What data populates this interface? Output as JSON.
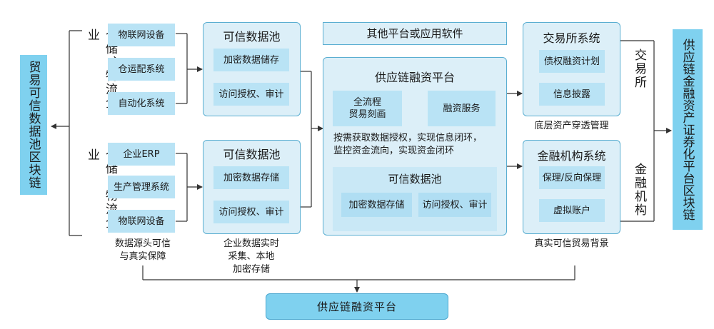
{
  "left_chain": "贸易可信数据池区块链",
  "right_chain": "供应链金融资产证券化平台区块链",
  "warehouse_top": "仓储、物流企业",
  "warehouse_bottom": "仓储、物流企业",
  "sources_top": [
    "物联网设备",
    "仓运配系统",
    "自动化系统"
  ],
  "sources_bottom": [
    "企业ERP",
    "生产管理系统",
    "物联网设备"
  ],
  "caption_sources": "数据源头可信\n与真实保障",
  "pool_top": {
    "title": "可信数据池",
    "items": [
      "加密数据储存",
      "访问授权、审计"
    ]
  },
  "pool_bottom": {
    "title": "可信数据池",
    "items": [
      "加密数据存储",
      "访问授权、审计"
    ]
  },
  "caption_pool": "企业数据实时\n采集、本地\n加密存储",
  "other_platform": "其他平台或应用软件",
  "center": {
    "title": "供应链融资平台",
    "trade": "全流程\n贸易刻画",
    "finance": "融资服务",
    "desc": "按需获取数据授权，实现信息闭环，\n监控资金流向，实现资金闭环",
    "pool_title": "可信数据池",
    "pool_items": [
      "加密数据存储",
      "访问授权、审计"
    ]
  },
  "exchange": {
    "title": "交易所系统",
    "items": [
      "债权融资计划",
      "信息披露"
    ],
    "caption": "底层资产穿透管理"
  },
  "fin_inst": {
    "title": "金融机构系统",
    "items": [
      "保理/反向保理",
      "虚拟账户"
    ],
    "caption": "真实可信贸易背景"
  },
  "label_exchange": "交易所",
  "label_fin": "金融机构",
  "bottom_platform": "供应链融资平台",
  "colors": {
    "blue_bar": "#7fd1ef",
    "panel_bg": "#dceff8",
    "box_bg": "#b9e3f5",
    "border": "#5aaed1"
  }
}
